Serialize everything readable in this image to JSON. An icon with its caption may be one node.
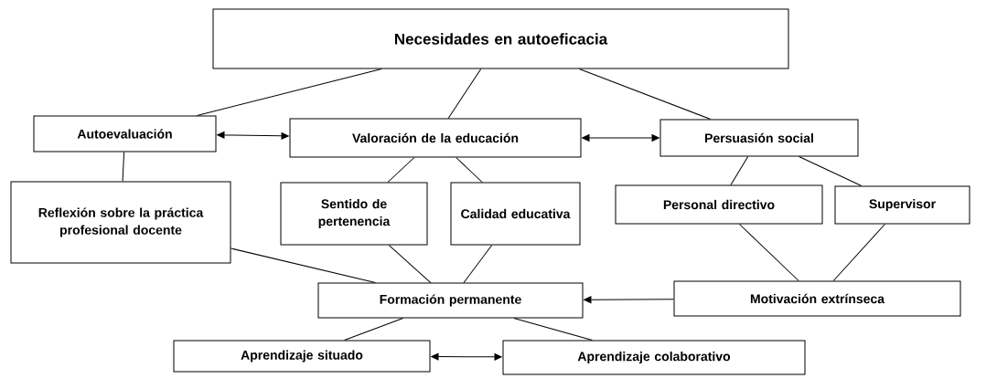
{
  "diagram": {
    "nodes": [
      {
        "text": [
          "Necesidades en autoeficacia"
        ]
      },
      {
        "text": [
          "Autoevaluación"
        ]
      },
      {
        "text": [
          "Valoración de la educación"
        ]
      },
      {
        "text": [
          "Persuasión social"
        ]
      },
      {
        "text": [
          "Reflexión sobre la práctica profesional docente"
        ]
      },
      {
        "text": [
          "Sentido de pertenencia"
        ]
      },
      {
        "text": [
          "Calidad educativa"
        ]
      },
      {
        "text": [
          "Personal directivo"
        ]
      },
      {
        "text": [
          "Supervisor"
        ]
      },
      {
        "text": [
          "Formación permanente"
        ]
      },
      {
        "text": [
          "Motivación extrínseca"
        ]
      },
      {
        "text": [
          "Aprendizaje situado"
        ]
      },
      {
        "text": [
          "Aprendizaje colaborativo"
        ]
      }
    ],
    "edges": [
      {
        "from": 0,
        "to": 1,
        "arrow": "none"
      },
      {
        "from": 0,
        "to": 2,
        "arrow": "none"
      },
      {
        "from": 0,
        "to": 3,
        "arrow": "none"
      },
      {
        "from": 1,
        "to": 2,
        "arrow": "both"
      },
      {
        "from": 2,
        "to": 3,
        "arrow": "both"
      },
      {
        "from": 1,
        "to": 4,
        "arrow": "none"
      },
      {
        "from": 2,
        "to": 5,
        "arrow": "none"
      },
      {
        "from": 2,
        "to": 6,
        "arrow": "none"
      },
      {
        "from": 3,
        "to": 7,
        "arrow": "none"
      },
      {
        "from": 3,
        "to": 8,
        "arrow": "none"
      },
      {
        "from": 4,
        "to": 9,
        "arrow": "none"
      },
      {
        "from": 5,
        "to": 9,
        "arrow": "none"
      },
      {
        "from": 6,
        "to": 9,
        "arrow": "none"
      },
      {
        "from": 7,
        "to": 10,
        "arrow": "none"
      },
      {
        "from": 8,
        "to": 10,
        "arrow": "none"
      },
      {
        "from": 10,
        "to": 9,
        "arrow": "to"
      },
      {
        "from": 9,
        "to": 11,
        "arrow": "none"
      },
      {
        "from": 9,
        "to": 12,
        "arrow": "none"
      },
      {
        "from": 11,
        "to": 12,
        "arrow": "both"
      }
    ]
  }
}
